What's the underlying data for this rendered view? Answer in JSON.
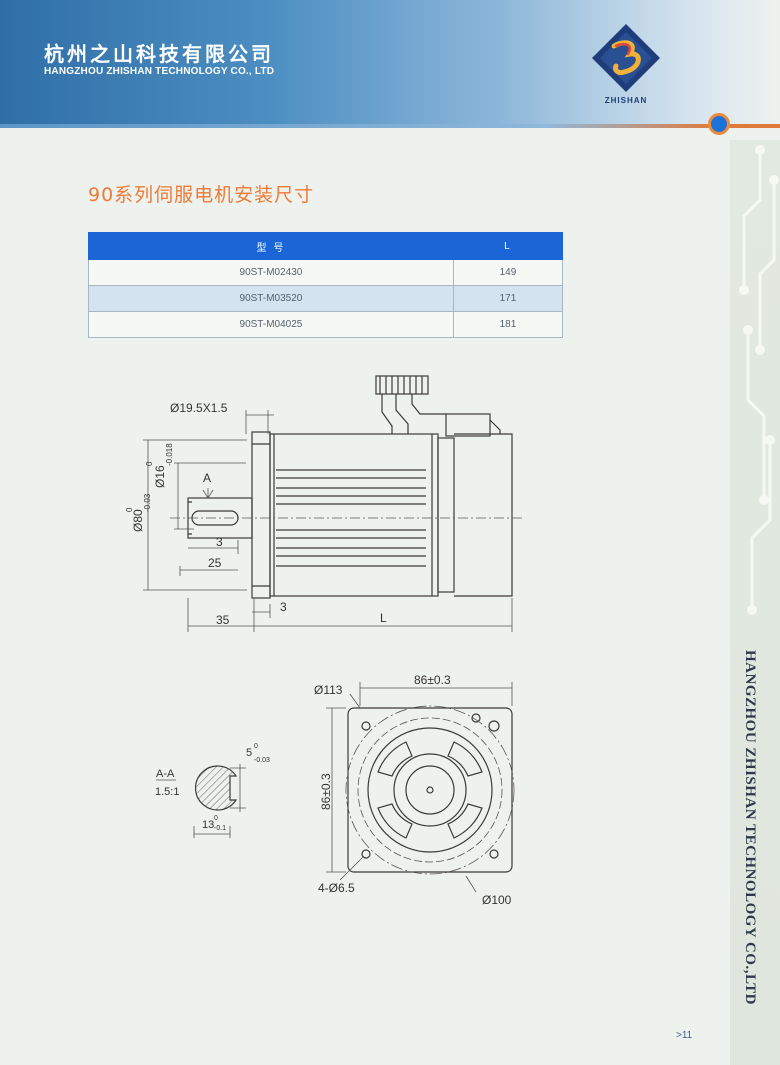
{
  "header": {
    "company_cn": "杭州之山科技有限公司",
    "company_en": "HANGZHOU ZHISHAN TECHNOLOGY CO., LTD",
    "logo_text": "ZHISHAN"
  },
  "page_title": "90系列伺服电机安装尺寸",
  "table": {
    "headers": [
      "型  号",
      "L"
    ],
    "rows": [
      [
        "90ST-M02430",
        "149"
      ],
      [
        "90ST-M03520",
        "171"
      ],
      [
        "90ST-M04025",
        "181"
      ]
    ]
  },
  "side_view": {
    "dim_shaft_end": "Ø19.5X1.5",
    "dim_shaft_dia": "Ø16",
    "dim_shaft_dia_tol": "0",
    "dim_shaft_dia_tol2": "-0.018",
    "dim_flange_dia": "Ø80",
    "dim_flange_tol": "0",
    "dim_flange_tol2": "-0.03",
    "section_marker": "A",
    "dim_key_offset": "3",
    "dim_key_length": "25",
    "dim_shaft_length": "35",
    "dim_flange_thk": "3",
    "dim_body_length": "L"
  },
  "front_view": {
    "dim_circle": "Ø113",
    "dim_width": "86±0.3",
    "dim_height": "86±0.3",
    "dim_holes": "4-Ø6.5",
    "dim_bolt_circle": "Ø100"
  },
  "section_view": {
    "label": "A-A",
    "scale": "1.5:1",
    "dim_key_width": "5",
    "dim_key_width_tol": "0",
    "dim_key_width_tol2": "-0.03",
    "dim_depth": "13",
    "dim_depth_tol": "0",
    "dim_depth_tol2": "-0.1"
  },
  "side_strip_text": "HANGZHOU ZHISHAN TECHNOLOGY CO.,LTD",
  "page_number": ">11",
  "colors": {
    "header_blue": "#2f6ea7",
    "title_orange": "#ee7a36",
    "table_header": "#1a66d6",
    "table_alt_row": "#d3e3ef"
  }
}
